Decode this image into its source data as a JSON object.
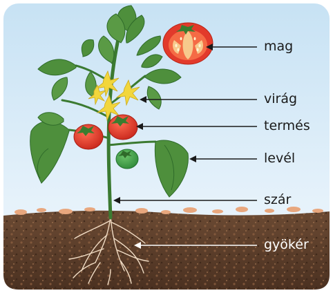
{
  "diagram": {
    "labels": {
      "seed": "mag",
      "flower": "virág",
      "fruit": "termés",
      "leaf": "levél",
      "stem": "szár",
      "root": "gyökér"
    }
  },
  "colors": {
    "sky": "#cfe6f6",
    "leaf": "#4e8f3c",
    "leaf_dark": "#2f6b2a",
    "tomato": "#e23a2b",
    "tomato_green": "#3fa348",
    "flower": "#f2d63c",
    "soil": "#5a3d2b",
    "root": "#f1dcc4",
    "arrow": "#1a1a1a"
  }
}
